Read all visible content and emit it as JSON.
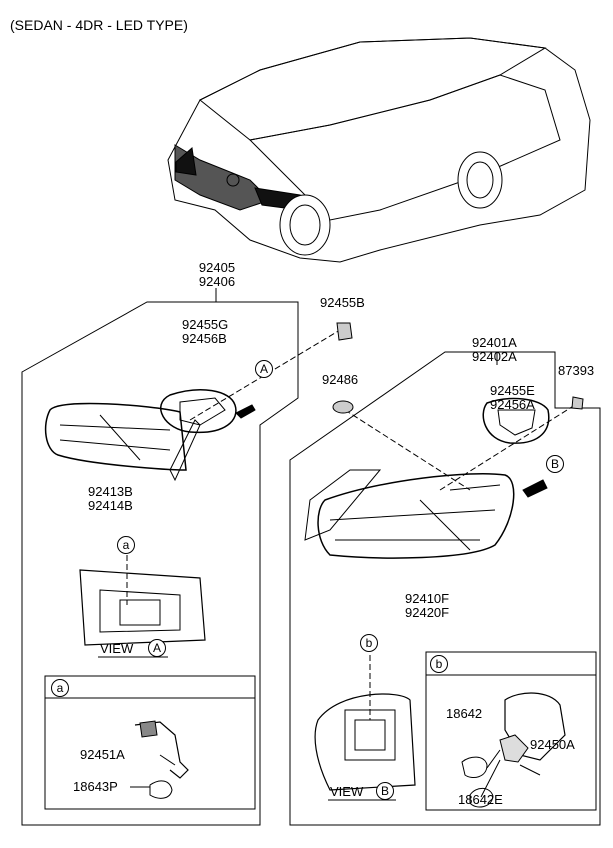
{
  "title": "(SEDAN - 4DR - LED TYPE)",
  "parts": {
    "assy_inner": [
      "92405",
      "92406"
    ],
    "gasket_inner": [
      "92455G",
      "92456B"
    ],
    "grommet_b": "92455B",
    "grommet": "92486",
    "assy_outer": [
      "92401A",
      "92402A"
    ],
    "nut": "87393",
    "gasket_outer": [
      "92455E",
      "92456A"
    ],
    "lamp_inner": [
      "92413B",
      "92414B"
    ],
    "lamp_outer": [
      "92410F",
      "92420F"
    ],
    "socket_a": "92451A",
    "bulb_a": "18643P",
    "bulb_b1": "18642",
    "socket_b": "92450A",
    "bulb_b2": "18642E"
  },
  "callouts": {
    "A": "A",
    "B": "B",
    "a": "a",
    "b": "b"
  },
  "views": {
    "view_label": "VIEW"
  }
}
